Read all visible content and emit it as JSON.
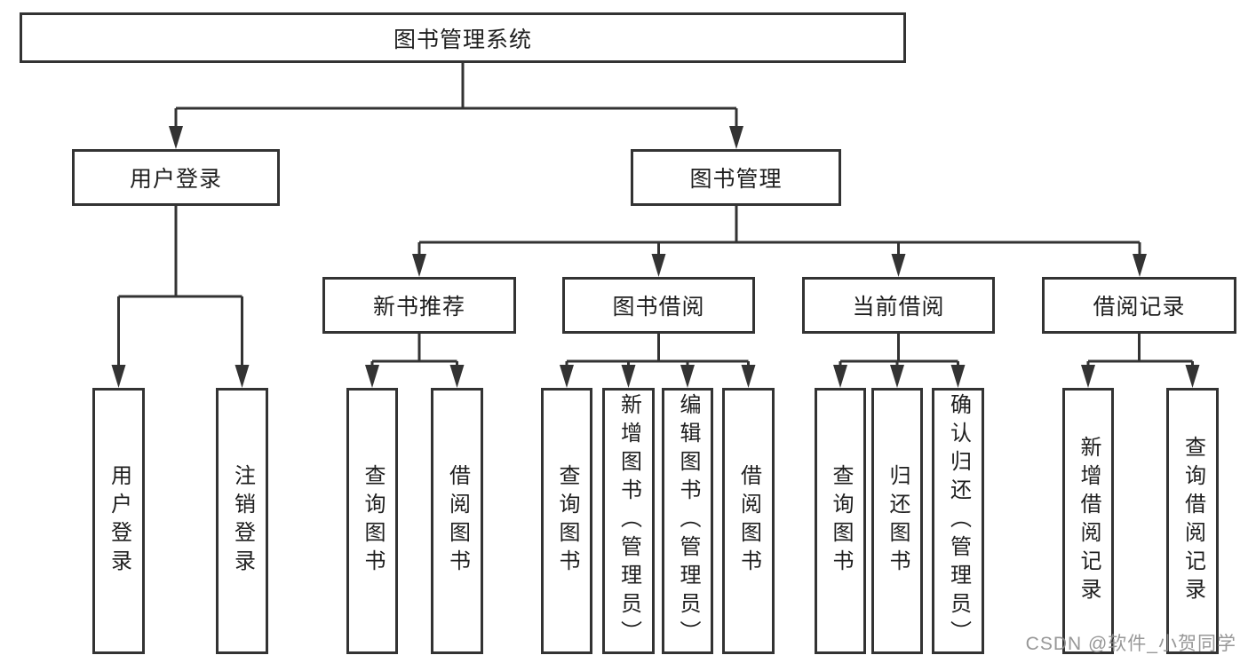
{
  "diagram": {
    "type": "org-tree",
    "title": "图书管理系统",
    "colors": {
      "line": "#333333",
      "box_border": "#333333",
      "box_fill": "#ffffff",
      "text": "#1f1f1f",
      "background": "#ffffff",
      "watermark": "#8c8c8c"
    },
    "watermark": "CSDN @软件_小贺同学",
    "tree": {
      "label": "图书管理系统",
      "children": [
        {
          "label": "用户登录",
          "children": [
            {
              "label": "用户登录"
            },
            {
              "label": "注销登录"
            }
          ]
        },
        {
          "label": "图书管理",
          "children": [
            {
              "label": "新书推荐",
              "children": [
                {
                  "label": "查询图书"
                },
                {
                  "label": "借阅图书"
                }
              ]
            },
            {
              "label": "图书借阅",
              "children": [
                {
                  "label": "查询图书"
                },
                {
                  "label": "新增图书（管理员）"
                },
                {
                  "label": "编辑图书（管理员）"
                },
                {
                  "label": "借阅图书"
                }
              ]
            },
            {
              "label": "当前借阅",
              "children": [
                {
                  "label": "查询图书"
                },
                {
                  "label": "归还图书"
                },
                {
                  "label": "确认归还（管理员）"
                }
              ]
            },
            {
              "label": "借阅记录",
              "children": [
                {
                  "label": "新增借阅记录"
                },
                {
                  "label": "查询借阅记录"
                }
              ]
            }
          ]
        }
      ]
    }
  }
}
